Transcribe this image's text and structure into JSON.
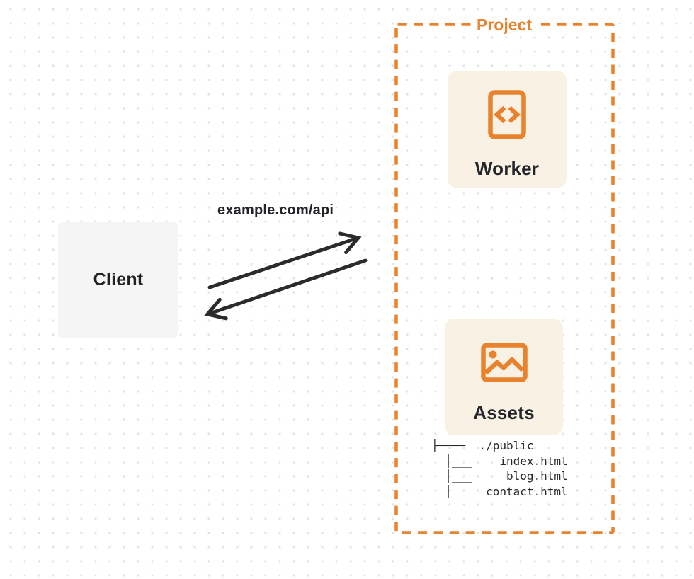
{
  "colors": {
    "accent_orange": "#e8822d",
    "card_cream": "#faf1e5",
    "client_gray": "#f5f5f6",
    "arrow_dark": "#2b2b2b",
    "text_dark": "#24262b",
    "dot_grid": "#e3e3e3"
  },
  "client": {
    "label": "Client"
  },
  "request": {
    "label": "example.com/api"
  },
  "project": {
    "label": "Project",
    "worker": {
      "label": "Worker",
      "icon": "code-file-icon"
    },
    "assets": {
      "label": "Assets",
      "icon": "image-icon"
    },
    "file_tree": {
      "root": "./public",
      "files": [
        "index.html",
        "blog.html",
        "contact.html"
      ],
      "lines": [
        "├────  ./public",
        "  │___    index.html",
        "  │___     blog.html",
        "  │___  contact.html"
      ]
    }
  }
}
